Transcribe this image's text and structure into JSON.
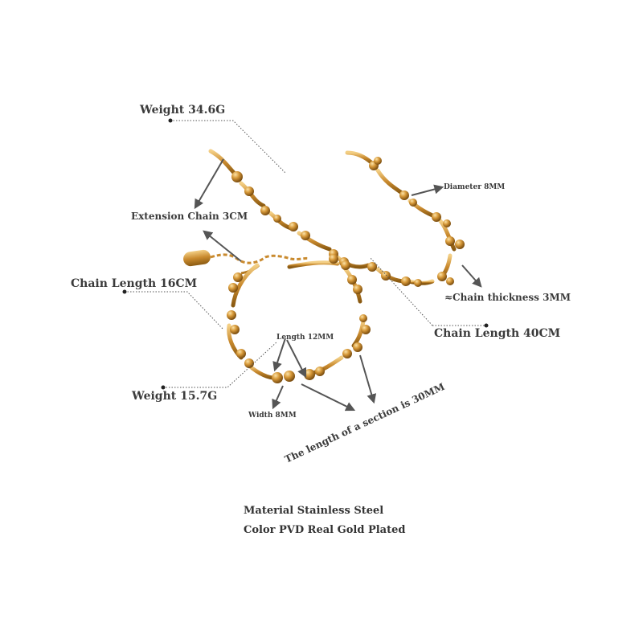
{
  "labels": {
    "weight_necklace": "Weight 34.6G",
    "extension_chain": "Extension Chain 3CM",
    "chain_length_bracelet": "Chain Length 16CM",
    "weight_bracelet": "Weight 15.7G",
    "diameter": "Diameter 8MM",
    "chain_thickness": "≈Chain thickness 3MM",
    "chain_length_necklace": "Chain Length 40CM",
    "length_link": "Length 12MM",
    "width_link": "Width 8MM",
    "section_length": "The length of a section is 30MM"
  },
  "footer": {
    "material": "Material Stainless Steel",
    "color": "Color PVD Real Gold Plated"
  },
  "colors": {
    "gold": "#c98a2e",
    "gold_highlight": "#f2cf86",
    "gold_shadow": "#8a5a12",
    "arrow": "#555555",
    "text": "#3b3b3b"
  }
}
